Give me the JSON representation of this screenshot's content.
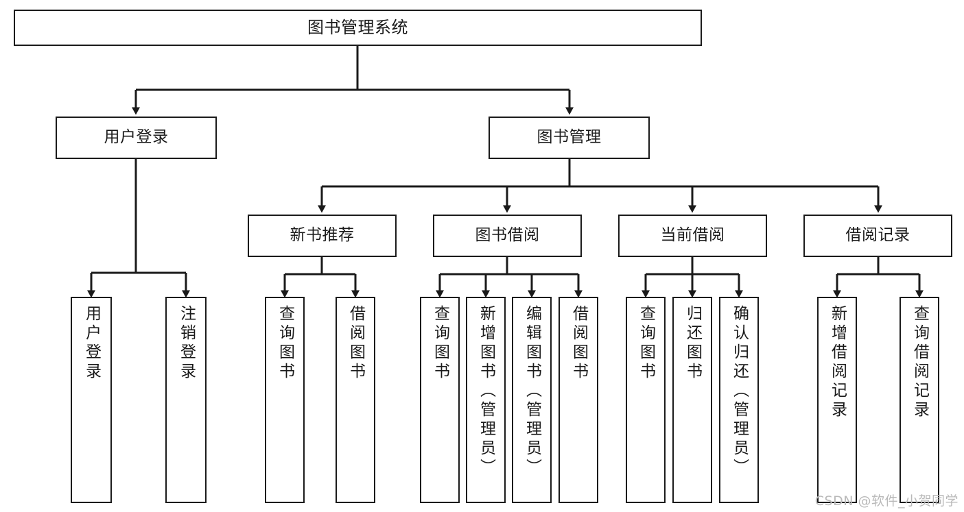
{
  "diagram": {
    "title": "图书管理系统",
    "type": "hierarchy-tree",
    "colors": {
      "box_border": "#1a1a1a",
      "box_fill": "#ffffff",
      "connector": "#1a1a1a",
      "background": "#ffffff",
      "watermark": "#b9b9b9"
    },
    "root": {
      "label": "图书管理系统"
    },
    "level2": [
      {
        "label": "用户登录"
      },
      {
        "label": "图书管理"
      }
    ],
    "level3": [
      {
        "label": "新书推荐"
      },
      {
        "label": "图书借阅"
      },
      {
        "label": "当前借阅"
      },
      {
        "label": "借阅记录"
      }
    ],
    "leaves": {
      "user_login": [
        {
          "label": "用户登录"
        },
        {
          "label": "注销登录"
        }
      ],
      "new_book_recommend": [
        {
          "label": "查询图书"
        },
        {
          "label": "借阅图书"
        }
      ],
      "book_borrow": [
        {
          "label": "查询图书"
        },
        {
          "label": "新增图书（管理员）"
        },
        {
          "label": "编辑图书（管理员）"
        },
        {
          "label": "借阅图书"
        }
      ],
      "current_borrow": [
        {
          "label": "查询图书"
        },
        {
          "label": "归还图书"
        },
        {
          "label": "确认归还（管理员）"
        }
      ],
      "borrow_record": [
        {
          "label": "新增借阅记录"
        },
        {
          "label": "查询借阅记录"
        }
      ]
    }
  },
  "watermark": {
    "text": "CSDN @软件_小贺同学"
  }
}
